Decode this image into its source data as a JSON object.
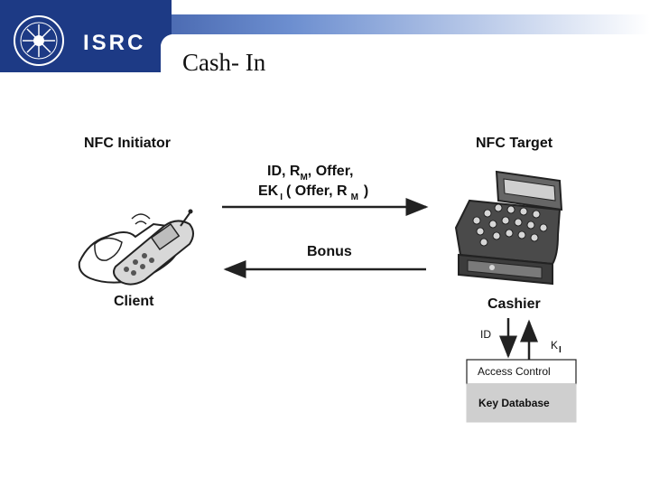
{
  "header": {
    "logo_text": "ISRC",
    "title": "Cash- In"
  },
  "diagram": {
    "initiator_label": "NFC Initiator",
    "target_label": "NFC Target",
    "client_label": "Client",
    "cashier_label": "Cashier",
    "msg1_line1_a": "ID, R",
    "msg1_line1_sub": "M",
    "msg1_line1_b": ", Offer,",
    "msg1_line2_a": "EK",
    "msg1_line2_sub1": "I",
    "msg1_line2_b": "( Offer, R",
    "msg1_line2_sub2": "M",
    "msg1_line2_c": ")",
    "msg2": "Bonus",
    "id_label": "ID",
    "k_label": "K",
    "k_sub": "I",
    "access_control": "Access Control",
    "key_database": "Key Database"
  },
  "colors": {
    "banner_start": "#1e3a8a",
    "banner_end": "#ffffff",
    "logo_bg": "#1d3a85",
    "db_fill": "#cfcfcf"
  }
}
